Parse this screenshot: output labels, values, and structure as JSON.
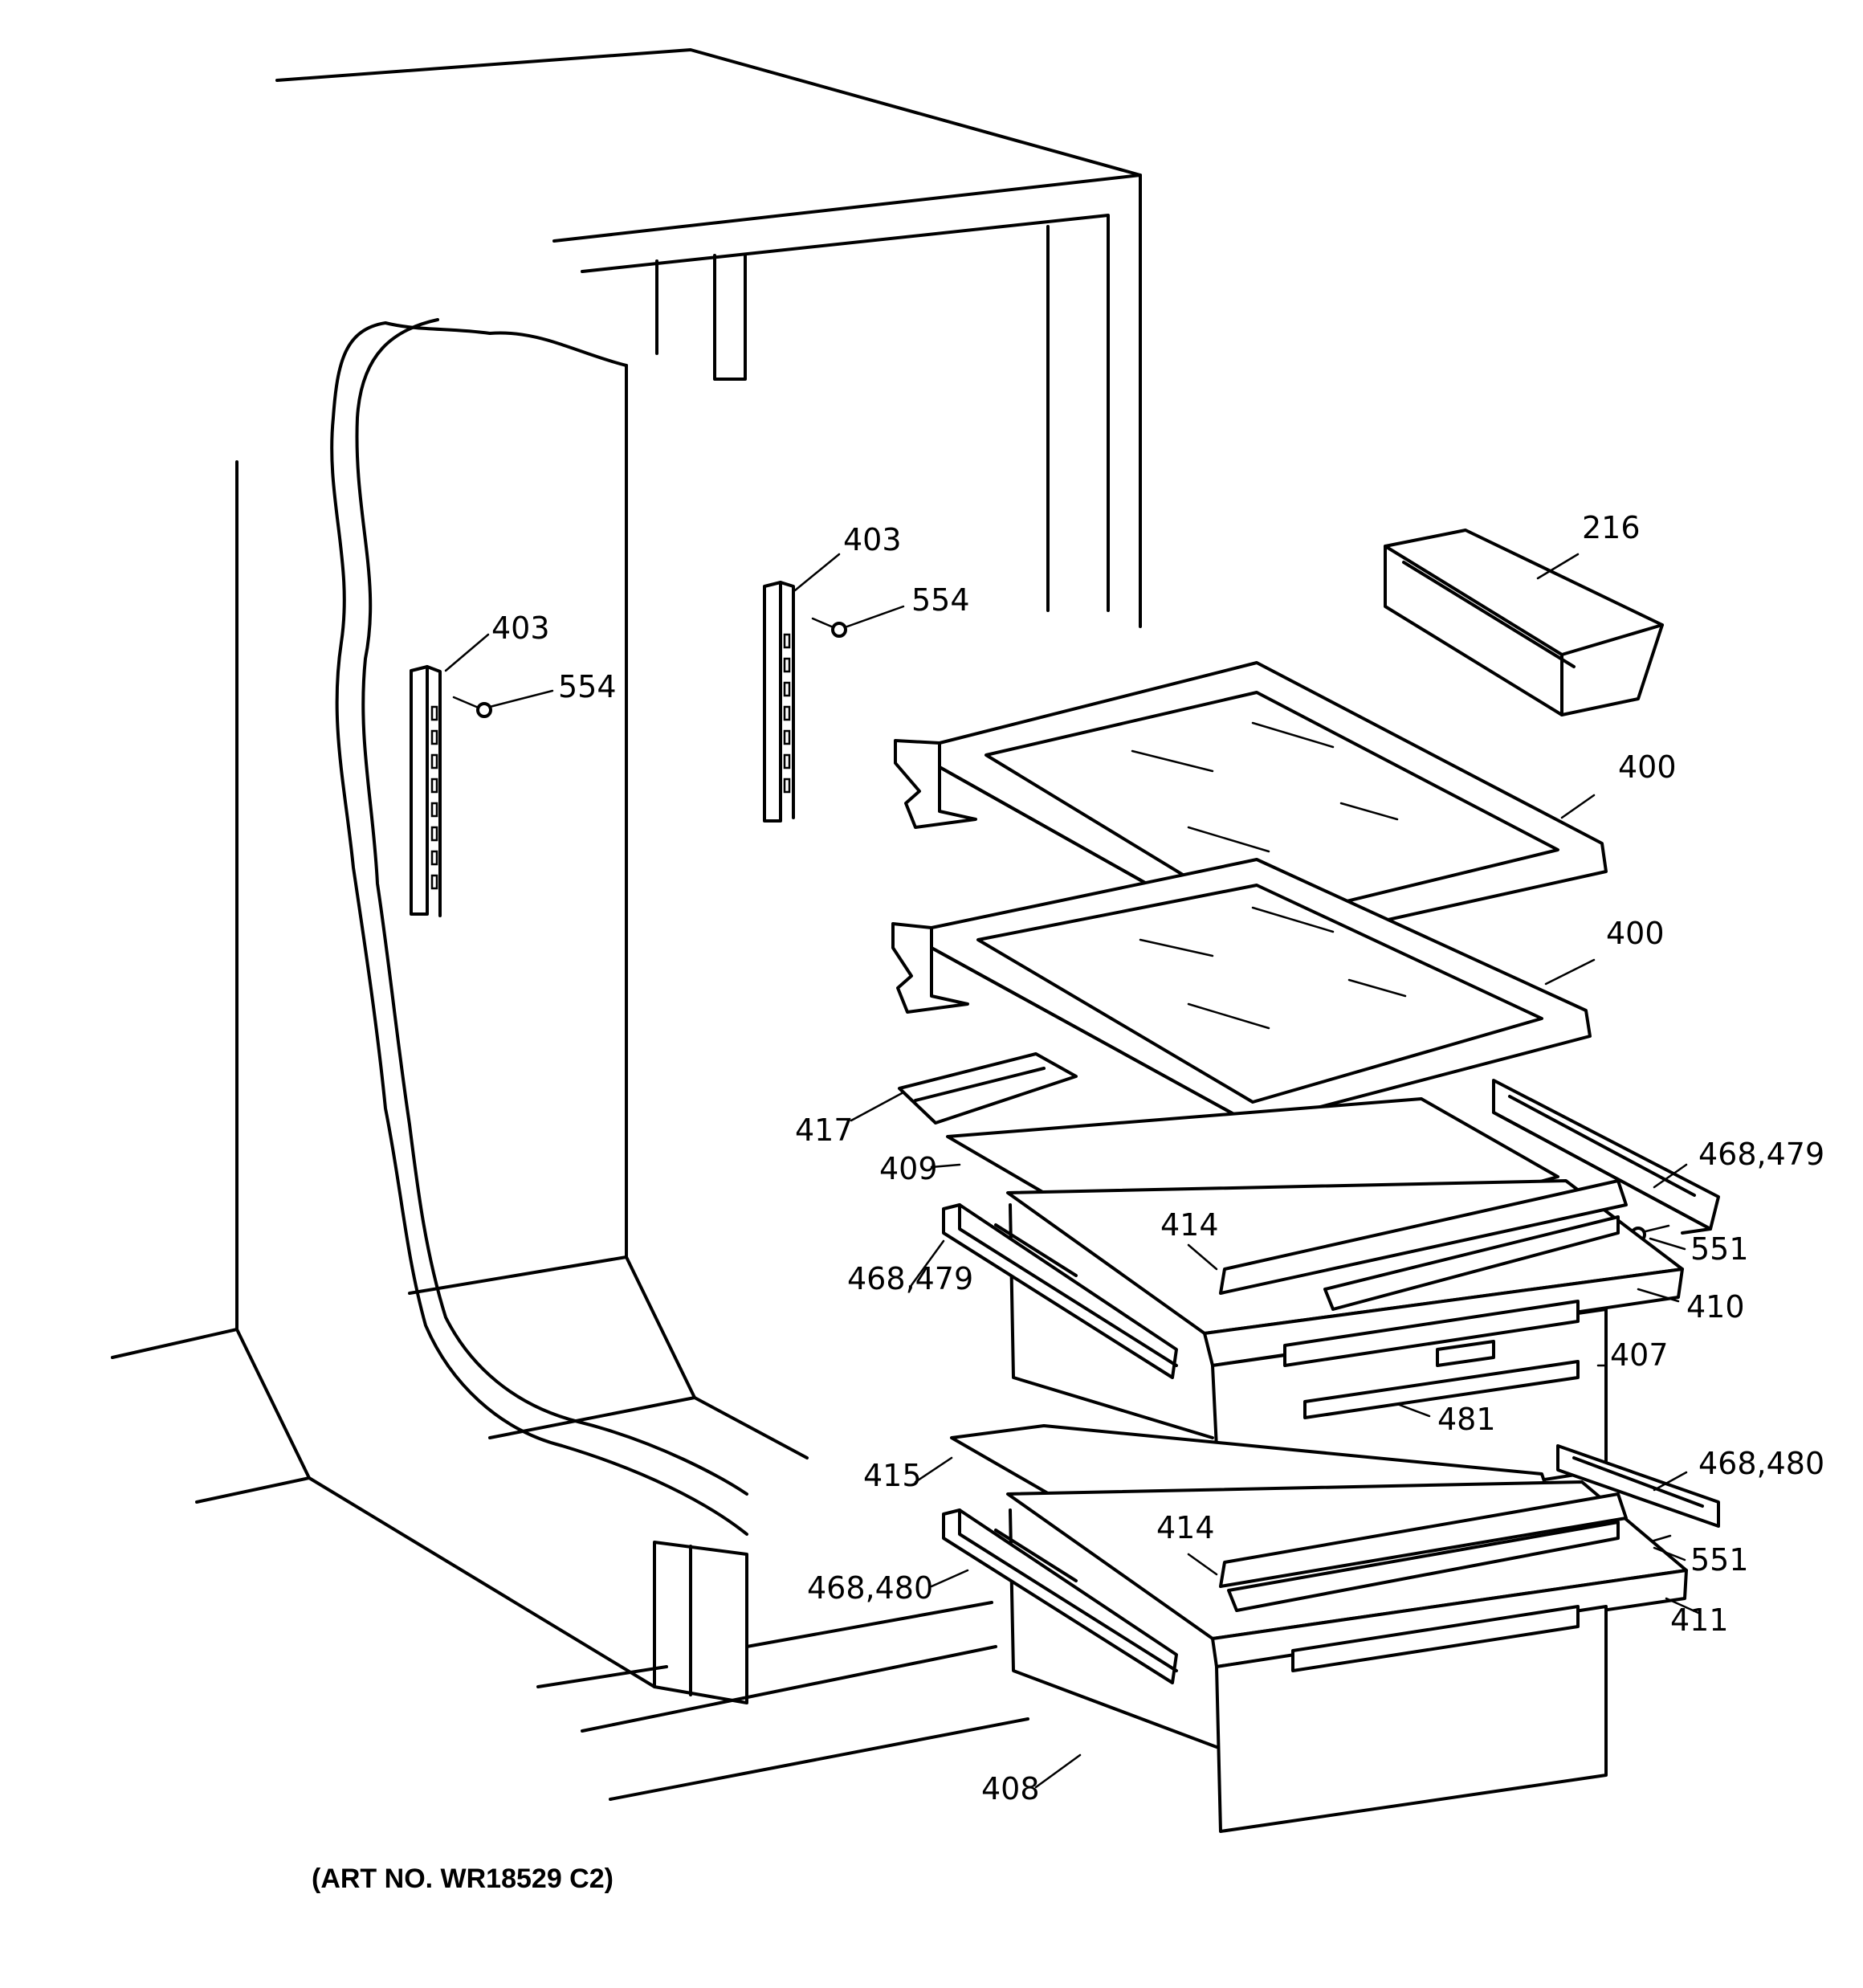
{
  "diagram": {
    "art_number": "(ART NO. WR18529 C2)",
    "callouts": {
      "c216": "216",
      "c400a": "400",
      "c400b": "400",
      "c403a": "403",
      "c403b": "403",
      "c554a": "554",
      "c554b": "554",
      "c417": "417",
      "c409": "409",
      "c414a": "414",
      "c414b": "414",
      "c468_479a": "468,479",
      "c468_479b": "468,479",
      "c551a": "551",
      "c551b": "551",
      "c410": "410",
      "c407": "407",
      "c481": "481",
      "c415": "415",
      "c468_480a": "468,480",
      "c468_480b": "468,480",
      "c411": "411",
      "c408": "408"
    }
  }
}
